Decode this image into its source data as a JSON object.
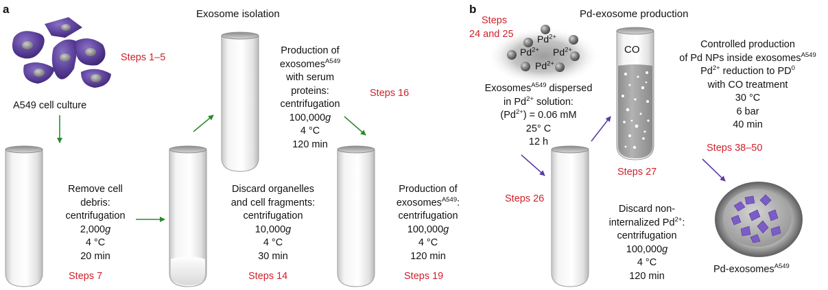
{
  "panel_a": {
    "letter": "a",
    "title": "Exosome isolation",
    "cell_label": "A549 cell culture",
    "steps_1_5": "Steps 1–5",
    "tube1": {
      "lines": [
        "Remove cell",
        "debris:",
        "centrifugation"
      ],
      "g_value": "2,000",
      "g_unit": "g",
      "temp": "4 °C",
      "time": "20 min",
      "steps": "Steps 7"
    },
    "tube2": {
      "lines": [
        "Discard organelles",
        "and cell fragments:",
        "centrifugation"
      ],
      "g_value": "10,000",
      "g_unit": "g",
      "temp": "4 °C",
      "time": "30 min",
      "steps": "Steps 14"
    },
    "tube_top": {
      "line1": "Production of",
      "line2_prefix": "exosomes",
      "line2_sup": "A549",
      "lines": [
        "with serum",
        "proteins:",
        "centrifugation"
      ],
      "g_value": "100,000",
      "g_unit": "g",
      "temp": "4 °C",
      "time": "120 min",
      "steps": "Steps 16"
    },
    "tube3": {
      "line1": "Production of",
      "line2_prefix": "exosomes",
      "line2_sup": "A549",
      "line2_suffix": ":",
      "line3": "centrifugation",
      "g_value": "100,000",
      "g_unit": "g",
      "temp": "4 °C",
      "time": "120 min",
      "steps": "Steps 19"
    }
  },
  "panel_b": {
    "letter": "b",
    "title": "Pd-exosome production",
    "steps_24_25": [
      "Steps",
      "24 and 25"
    ],
    "pd_labels": [
      "Pd",
      "Pd",
      "Pd",
      "Pd"
    ],
    "pd_charge": "2+",
    "dispersed": {
      "l1_prefix": "Exosomes",
      "l1_sup": "A549",
      "l1_suffix": " dispersed",
      "l2_prefix": "in Pd",
      "l2_sup": "2+",
      "l2_suffix": " solution:",
      "l3_prefix": "(Pd",
      "l3_sup": "2+",
      "l3_suffix": ") = 0.06 mM",
      "temp": "25° C",
      "time": "12 h"
    },
    "co_label": "CO",
    "steps_27": "Steps 27",
    "steps_26": "Steps 26",
    "controlled": {
      "l1": "Controlled production",
      "l2_prefix": "of Pd NPs inside exosomes",
      "l2_sup": "A549",
      "l3_prefix": "Pd",
      "l3_sup": "2+",
      "l3_mid": " reduction to PD",
      "l3_sup2": "0",
      "l4": "with CO treatment",
      "temp": "30 °C",
      "pressure": "6 bar",
      "time": "40 min",
      "steps": "Steps 38–50"
    },
    "discard": {
      "l1": "Discard non-",
      "l2_prefix": "internalized Pd",
      "l2_sup": "2+",
      "l2_suffix": ":",
      "l3": "centrifugation",
      "g_value": "100,000",
      "g_unit": "g",
      "temp": "4 °C",
      "time": "120 min"
    },
    "product_prefix": "Pd-exosomes",
    "product_sup": "A549"
  },
  "colors": {
    "step_red": "#d0202a",
    "green_arrow": "#2a8a2a",
    "purple_arrow": "#5a3aa0",
    "cell_purple": "#5b3f9a"
  }
}
